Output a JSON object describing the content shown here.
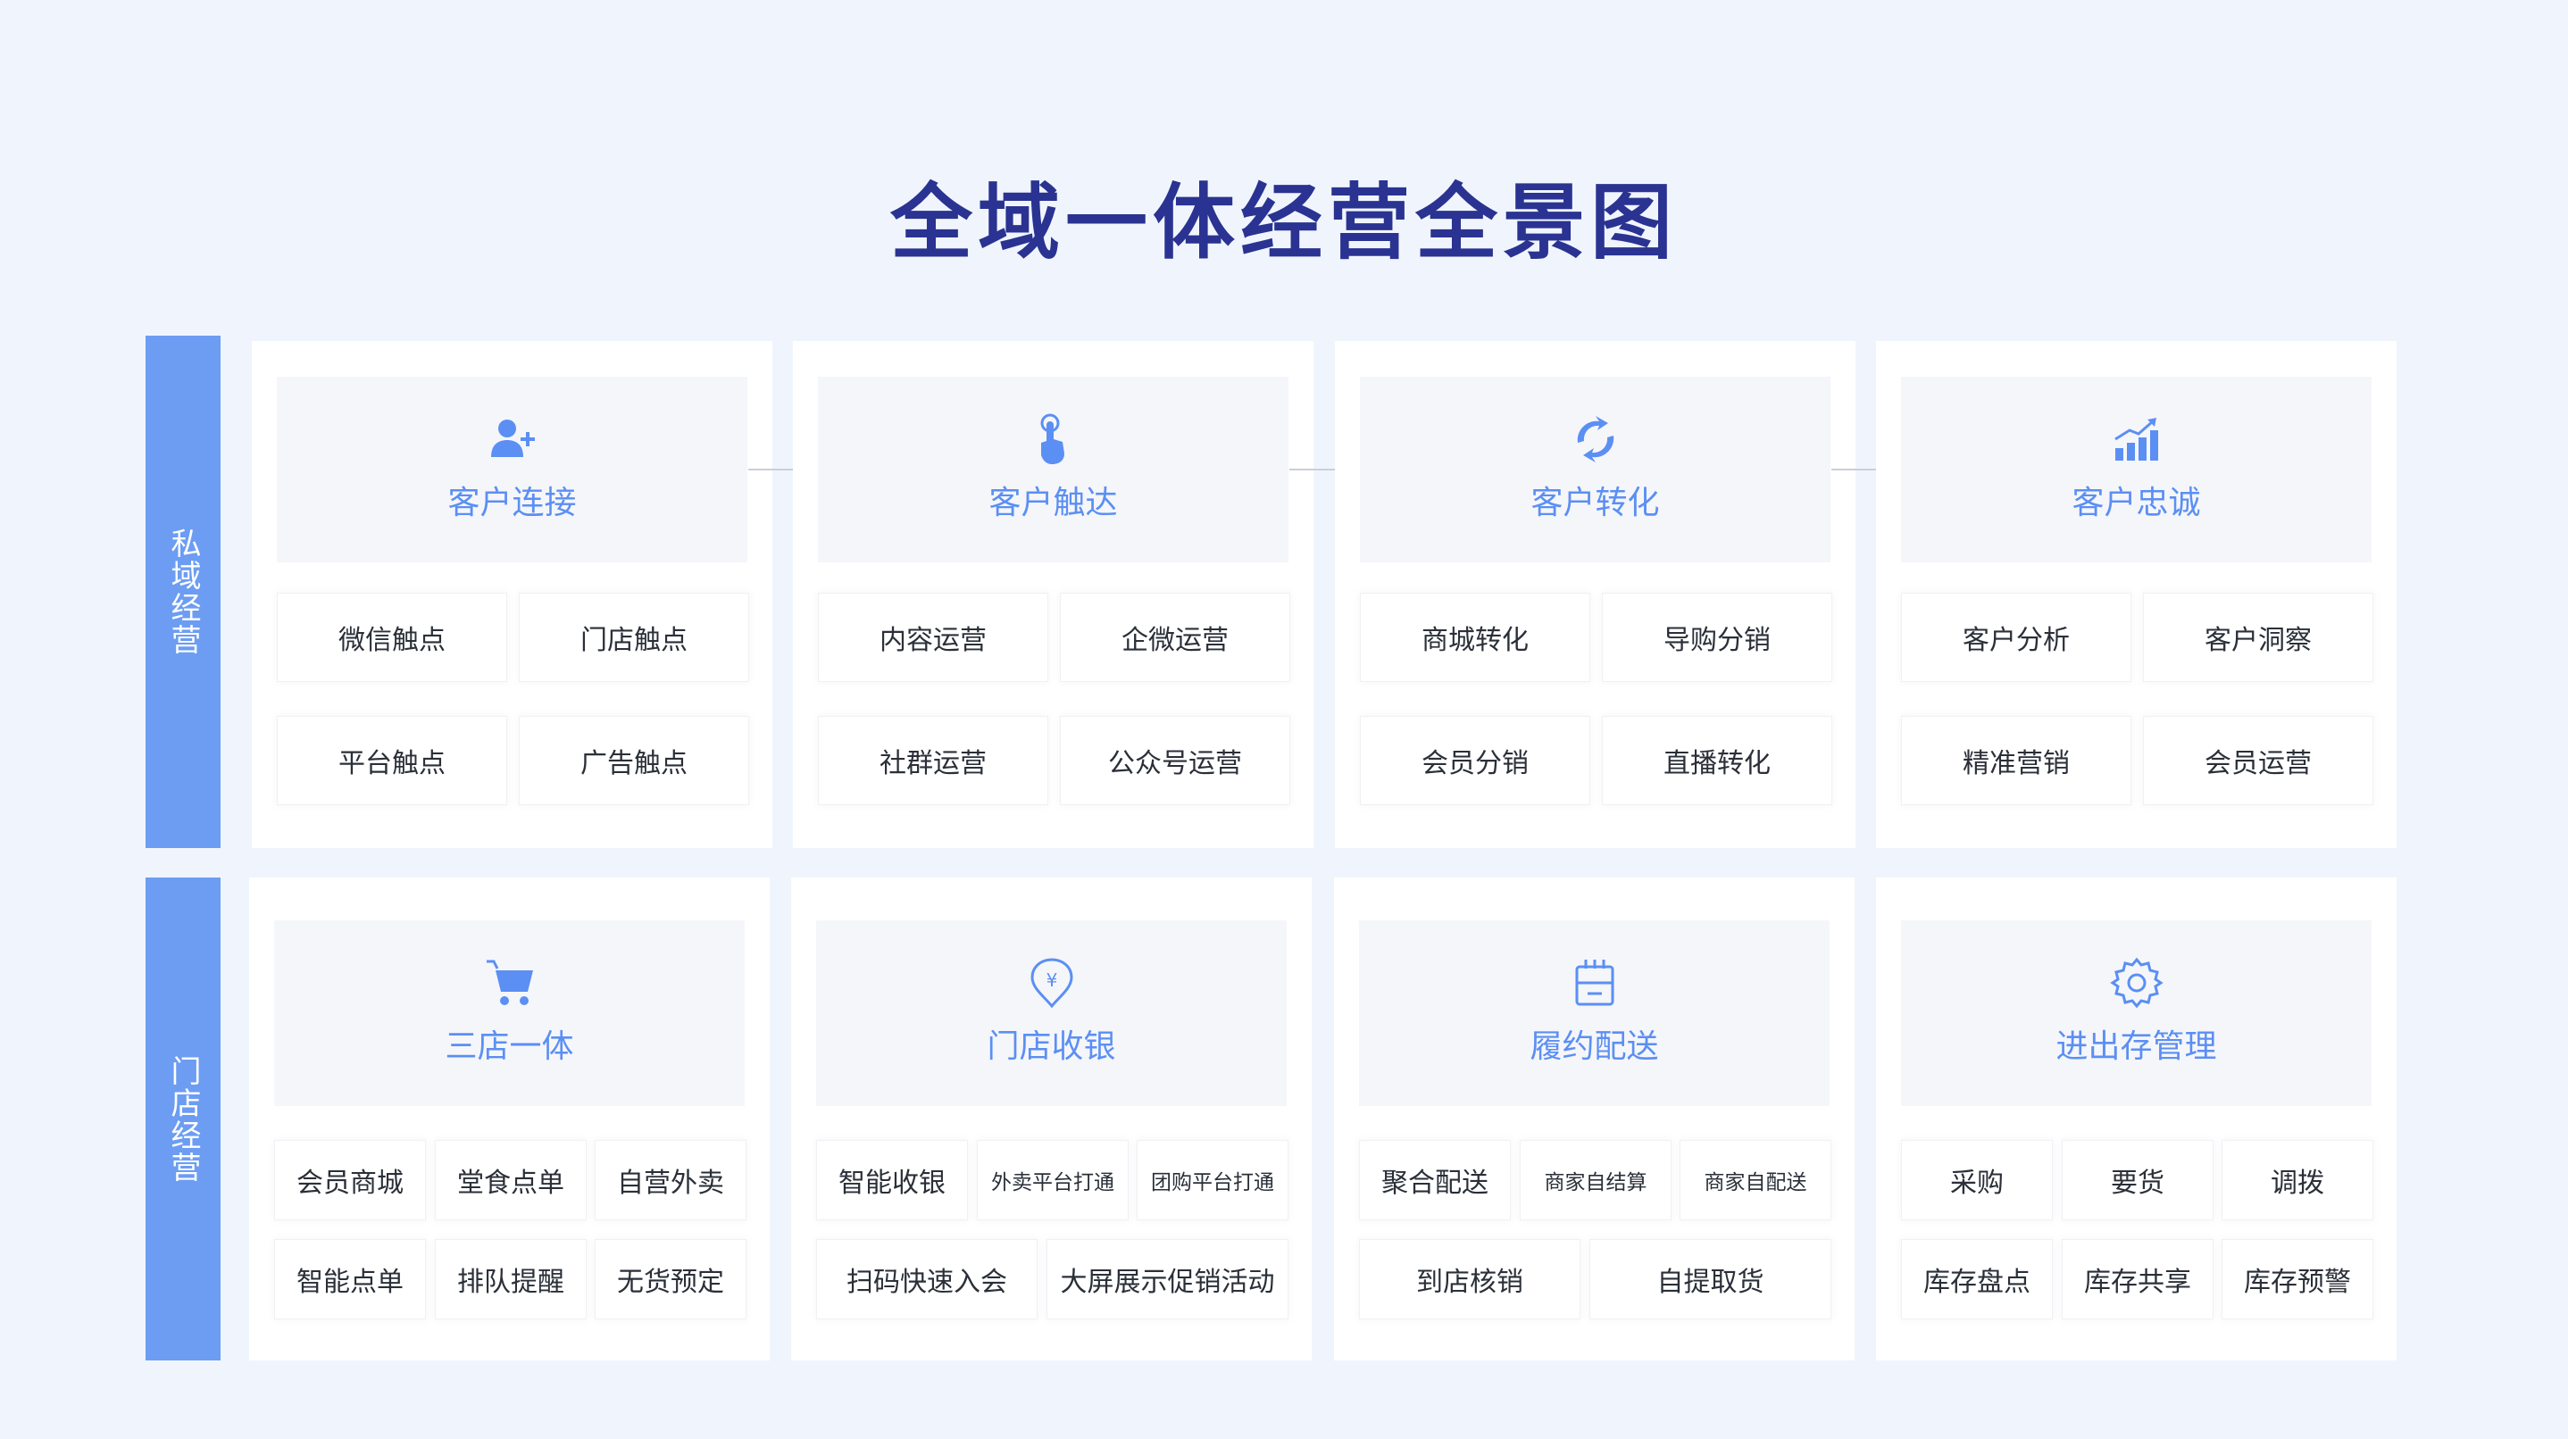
{
  "title": "全域一体经营全景图",
  "colors": {
    "accent": "#6C9DF2",
    "title": "#2A3391",
    "header_text": "#5B8FF3",
    "icon": "#5B8FF3"
  },
  "sections": [
    {
      "label": "私域经营",
      "cards": [
        {
          "header": "客户连接",
          "icon": "user-plus-icon",
          "rows": [
            [
              "微信触点",
              "门店触点"
            ],
            [
              "平台触点",
              "广告触点"
            ]
          ]
        },
        {
          "header": "客户触达",
          "icon": "touch-hand-icon",
          "rows": [
            [
              "内容运营",
              "企微运营"
            ],
            [
              "社群运营",
              "公众号运营"
            ]
          ]
        },
        {
          "header": "客户转化",
          "icon": "sync-arrows-icon",
          "rows": [
            [
              "商城转化",
              "导购分销"
            ],
            [
              "会员分销",
              "直播转化"
            ]
          ]
        },
        {
          "header": "客户忠诚",
          "icon": "growth-chart-icon",
          "rows": [
            [
              "客户分析",
              "客户洞察"
            ],
            [
              "精准营销",
              "会员运营"
            ]
          ]
        }
      ]
    },
    {
      "label": "门店经营",
      "cards": [
        {
          "header": "三店一体",
          "icon": "shopping-cart-icon",
          "rows": [
            [
              "会员商城",
              "堂食点单",
              "自营外卖"
            ],
            [
              "智能点单",
              "排队提醒",
              "无货预定"
            ]
          ]
        },
        {
          "header": "门店收银",
          "icon": "yuan-pin-icon",
          "rows": [
            [
              "智能收银",
              "外卖平台打通",
              "团购平台打通"
            ],
            [
              "扫码快速入会",
              "大屏展示促销活动"
            ]
          ]
        },
        {
          "header": "履约配送",
          "icon": "delivery-box-icon",
          "rows": [
            [
              "聚合配送",
              "商家自结算",
              "商家自配送"
            ],
            [
              "到店核销",
              "自提取货"
            ]
          ]
        },
        {
          "header": "进出存管理",
          "icon": "gear-icon",
          "rows": [
            [
              "采购",
              "要货",
              "调拨"
            ],
            [
              "库存盘点",
              "库存共享",
              "库存预警"
            ]
          ]
        }
      ]
    }
  ]
}
